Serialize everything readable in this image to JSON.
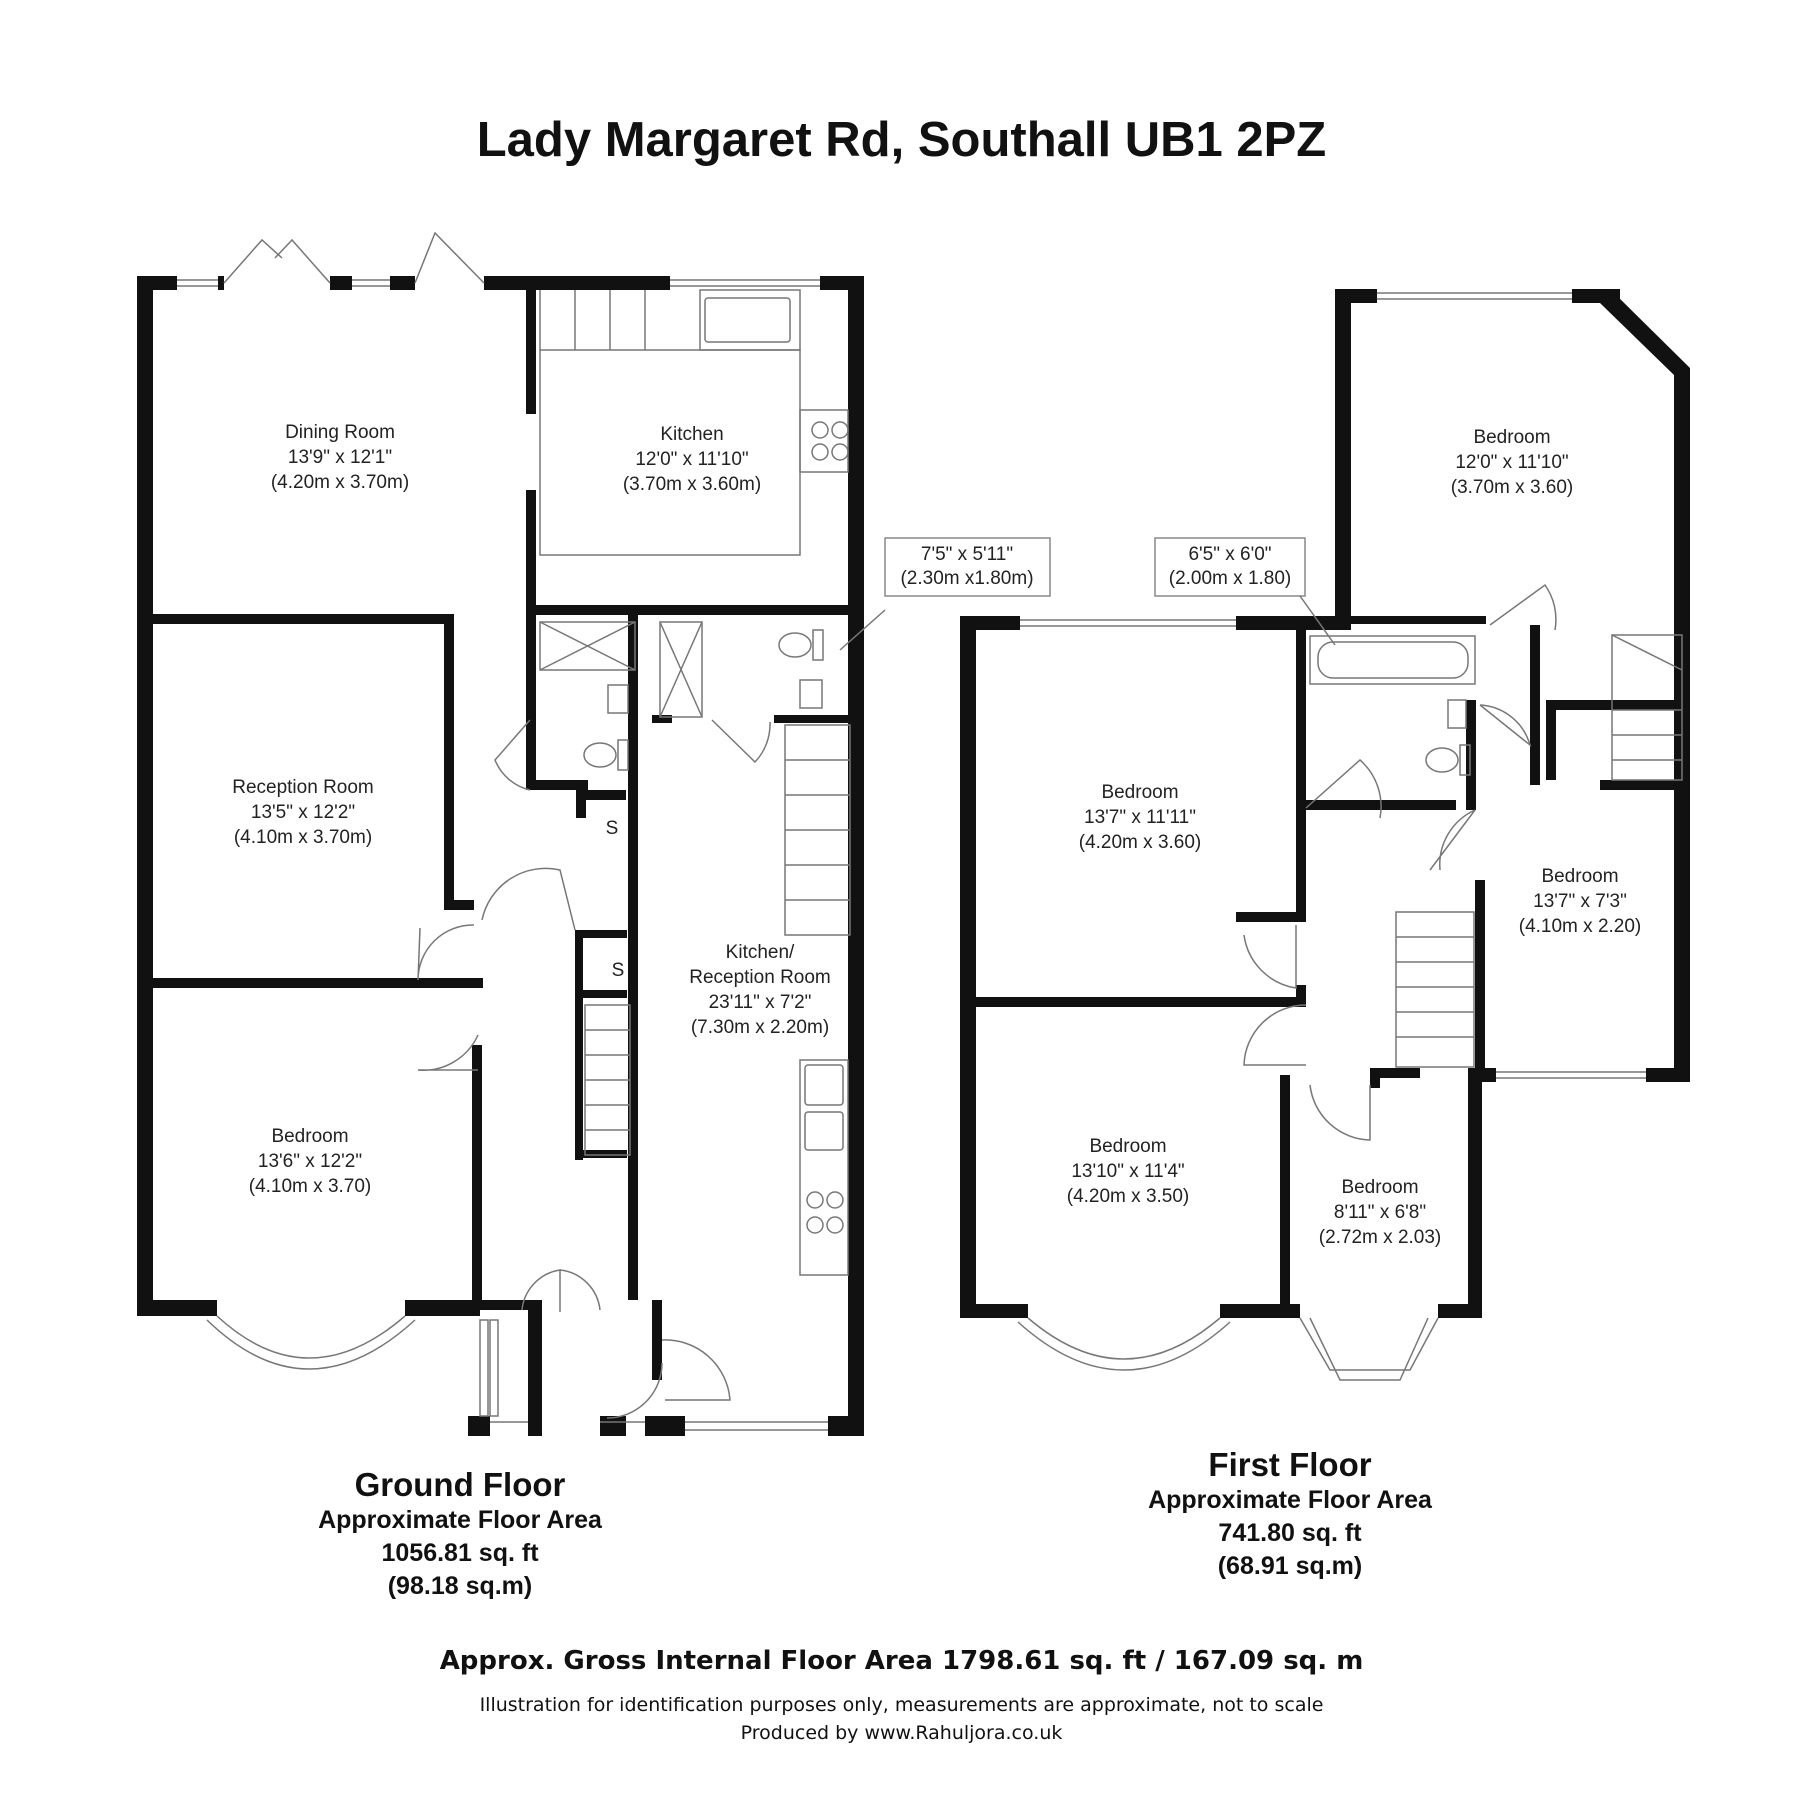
{
  "title": "Lady Margaret Rd, Southall UB1 2PZ",
  "ground_floor": {
    "name": "Ground Floor",
    "area_label": "Approximate Floor Area",
    "area_sqft": "1056.81 sq. ft",
    "area_sqm": "(98.18 sq.m)",
    "rooms": [
      {
        "name": "Dining Room",
        "imperial": "13'9\" x 12'1\"",
        "metric": "(4.20m x 3.70m)"
      },
      {
        "name": "Kitchen",
        "imperial": "12'0\" x 11'10\"",
        "metric": "(3.70m x 3.60m)"
      },
      {
        "name": "Reception Room",
        "imperial": "13'5\" x 12'2\"",
        "metric": "(4.10m x 3.70m)"
      },
      {
        "name": "Kitchen/",
        "name2": "Reception Room",
        "imperial": "23'11\" x 7'2\"",
        "metric": "(7.30m x 2.20m)"
      },
      {
        "name": "Bedroom",
        "imperial": "13'6\" x 12'2\"",
        "metric": "(4.10m x 3.70)"
      }
    ],
    "callout": {
      "imperial": "7'5\" x 5'11\"",
      "metric": "(2.30m x1.80m)"
    },
    "store_labels": [
      "S",
      "S"
    ]
  },
  "first_floor": {
    "name": "First Floor",
    "area_label": "Approximate Floor Area",
    "area_sqft": "741.80 sq. ft",
    "area_sqm": "(68.91 sq.m)",
    "rooms": [
      {
        "name": "Bedroom",
        "imperial": "12'0\" x 11'10\"",
        "metric": "(3.70m x 3.60)"
      },
      {
        "name": "Bedroom",
        "imperial": "13'7\" x 11'11\"",
        "metric": "(4.20m x 3.60)"
      },
      {
        "name": "Bedroom",
        "imperial": "13'7\" x 7'3\"",
        "metric": "(4.10m x 2.20)"
      },
      {
        "name": "Bedroom",
        "imperial": "13'10\" x 11'4\"",
        "metric": "(4.20m x 3.50)"
      },
      {
        "name": "Bedroom",
        "imperial": "8'11\" x 6'8\"",
        "metric": "(2.72m x 2.03)"
      }
    ],
    "callout": {
      "imperial": "6'5\" x 6'0\"",
      "metric": "(2.00m x 1.80)"
    }
  },
  "footer": {
    "gross_area": "Approx. Gross Internal Floor Area 1798.61 sq. ft / 167.09 sq. m",
    "disclaimer": "Illustration for identification purposes only, measurements are approximate, not to scale",
    "producer": "Produced by www.Rahuljora.co.uk"
  },
  "colors": {
    "wall": "#111111",
    "line": "#888888",
    "text": "#222222"
  }
}
